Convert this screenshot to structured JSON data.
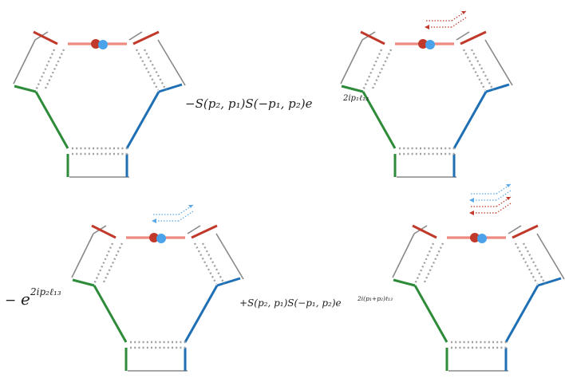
{
  "equations": {
    "term_top": "−S(p₂, p₁)S(−p₁, p₂)e",
    "term_top_exp": "2ip₁ℓ₁₃",
    "term_bottom_left_minus": "−",
    "term_bottom_left_base": "e",
    "term_bottom_left_exp": "2ip₂ℓ₁₃",
    "term_bottom_right": "+S(p₂, p₁)S(−p₁, p₂)e",
    "term_bottom_right_exp": "2i(p₁+p₂)ℓ₁₃"
  },
  "colors": {
    "red": "#c0392b",
    "red_light": "#ef8a80",
    "blue": "#1f6fb5",
    "blue_light": "#5aa8e8",
    "green": "#2e8b3a",
    "gray": "#888888",
    "dot_gray": "#a0a0a0",
    "ball_red": "#c0392b",
    "ball_blue": "#4aa3ea"
  },
  "diagrams": [
    {
      "id": "top-left",
      "arrows": []
    },
    {
      "id": "top-right",
      "arrows": [
        "red",
        "red"
      ]
    },
    {
      "id": "bottom-left",
      "arrows": [
        "blue",
        "blue"
      ]
    },
    {
      "id": "bottom-right",
      "arrows": [
        "blue",
        "blue",
        "red",
        "red"
      ]
    }
  ]
}
